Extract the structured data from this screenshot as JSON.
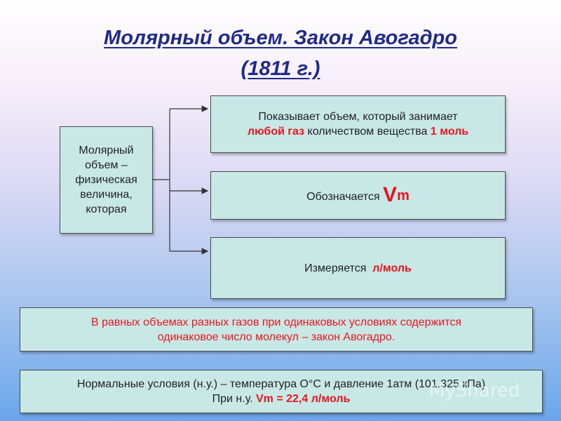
{
  "title": {
    "line1": "Молярный объем. Закон Авогадро",
    "line2": "(1811 г.)"
  },
  "left_box": {
    "lines": [
      "Молярный",
      "объем –",
      "физическая",
      "величина,",
      "которая"
    ]
  },
  "box_1": {
    "line1": "Показывает объем, который занимает",
    "red1": "любой газ",
    "mid": " количеством вещества ",
    "red2": "1 моль"
  },
  "box_2": {
    "text": "Обозначается ",
    "symbol_main": "V",
    "symbol_sub": "m"
  },
  "box_3": {
    "text": "Измеряется  ",
    "unit": "л/моль"
  },
  "law_box": {
    "line1": "В равных объемах разных газов при одинаковых условиях содержится",
    "line2": "одинаковое число молекул – закон Авогадро."
  },
  "norm_box": {
    "line1": "Нормальные условия (н.у.) – температура О°С и давление 1атм (101,325 кПа)",
    "line2_prefix": "При н.у. ",
    "line2_value": "Vm = 22,4 л/моль"
  },
  "watermark": "MyShared",
  "colors": {
    "title": "#1f2a8a",
    "box_fill": "#c8e8e6",
    "accent_red": "#e8141e"
  }
}
